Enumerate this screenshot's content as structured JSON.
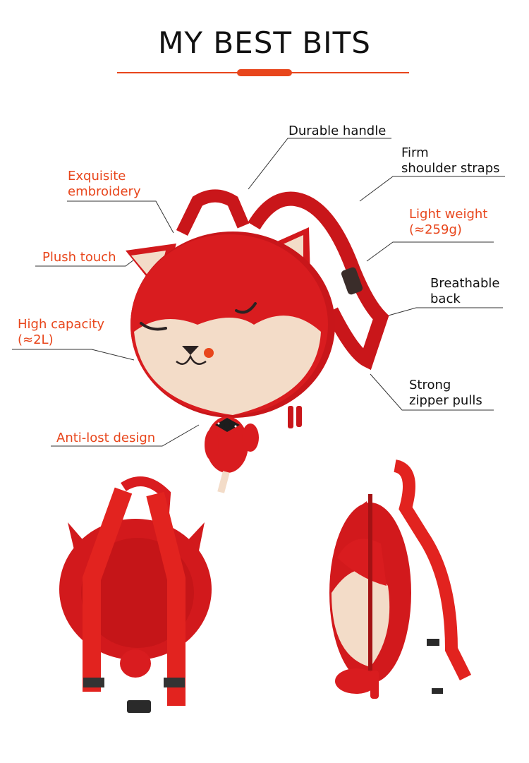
{
  "header": {
    "title": "MY BEST BITS"
  },
  "callouts": {
    "durable_handle": "Durable handle",
    "shoulder_straps": "Firm\nshoulder straps",
    "embroidery": "Exquisite\nembroidery",
    "light_weight": "Light weight\n(≈259g)",
    "plush_touch": "Plush touch",
    "breathable_back": "Breathable\nback",
    "high_capacity": "High capacity\n(≈2L)",
    "zipper_pulls": "Strong\nzipper pulls",
    "anti_lost": "Anti-lost design"
  },
  "colors": {
    "accent": "#e8461c",
    "plush_red": "#d2191c",
    "cream": "#f3dcc8"
  },
  "images": [
    "fox-backpack-front",
    "fox-backpack-back",
    "fox-backpack-side"
  ]
}
